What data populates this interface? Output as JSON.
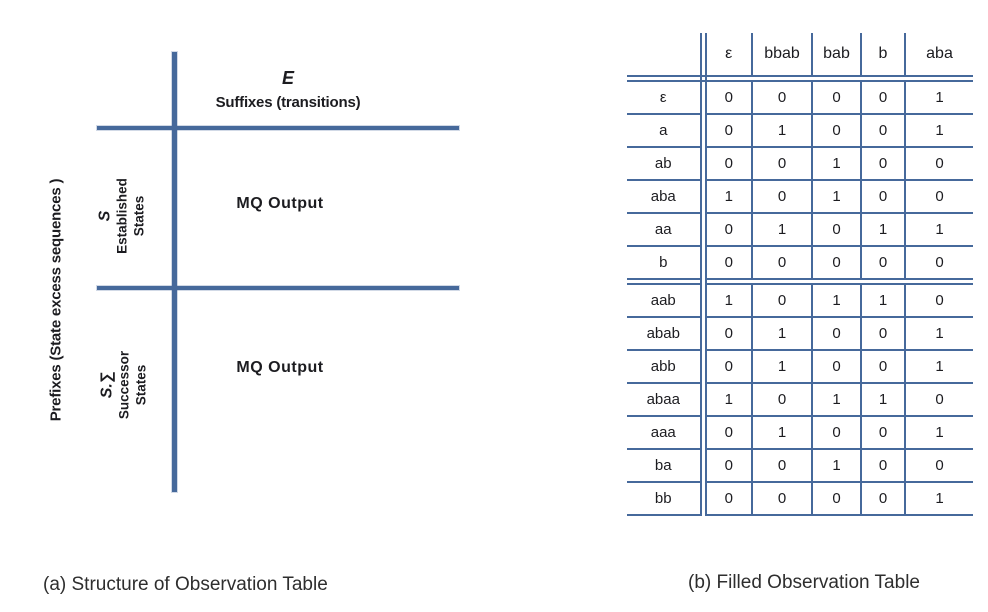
{
  "colors": {
    "line_blue": "#46699b",
    "text_dark": "#1c1c20",
    "caption": "#2e2e2e"
  },
  "panel_a": {
    "col_header": {
      "symbol": "E",
      "label": "Suffixes (transitions)"
    },
    "row_axis_label": "Prefixes (State excess sequences )",
    "sections": [
      {
        "symbol": "S",
        "lines": [
          "Established",
          "States"
        ],
        "cell": "MQ Output"
      },
      {
        "symbol": "S.∑",
        "lines": [
          "Successor",
          "States"
        ],
        "cell": "MQ Output"
      }
    ],
    "caption": "(a) Structure of Observation Table"
  },
  "panel_b": {
    "columns": [
      "ε",
      "bbab",
      "bab",
      "b",
      "aba"
    ],
    "rows": [
      {
        "label": "ε",
        "values": [
          "0",
          "0",
          "0",
          "0",
          "1"
        ]
      },
      {
        "label": "a",
        "values": [
          "0",
          "1",
          "0",
          "0",
          "1"
        ]
      },
      {
        "label": "ab",
        "values": [
          "0",
          "0",
          "1",
          "0",
          "0"
        ]
      },
      {
        "label": "aba",
        "values": [
          "1",
          "0",
          "1",
          "0",
          "0"
        ]
      },
      {
        "label": "aa",
        "values": [
          "0",
          "1",
          "0",
          "1",
          "1"
        ]
      },
      {
        "label": "b",
        "values": [
          "0",
          "0",
          "0",
          "0",
          "0"
        ]
      },
      {
        "label": "aab",
        "values": [
          "1",
          "0",
          "1",
          "1",
          "0"
        ]
      },
      {
        "label": "abab",
        "values": [
          "0",
          "1",
          "0",
          "0",
          "1"
        ]
      },
      {
        "label": "abb",
        "values": [
          "0",
          "1",
          "0",
          "0",
          "1"
        ]
      },
      {
        "label": "abaa",
        "values": [
          "1",
          "0",
          "1",
          "1",
          "0"
        ]
      },
      {
        "label": "aaa",
        "values": [
          "0",
          "1",
          "0",
          "0",
          "1"
        ]
      },
      {
        "label": "ba",
        "values": [
          "0",
          "0",
          "1",
          "0",
          "0"
        ]
      },
      {
        "label": "bb",
        "values": [
          "0",
          "0",
          "0",
          "0",
          "1"
        ]
      }
    ],
    "group_separator_after_index": 5,
    "caption": "(b) Filled Observation Table"
  }
}
